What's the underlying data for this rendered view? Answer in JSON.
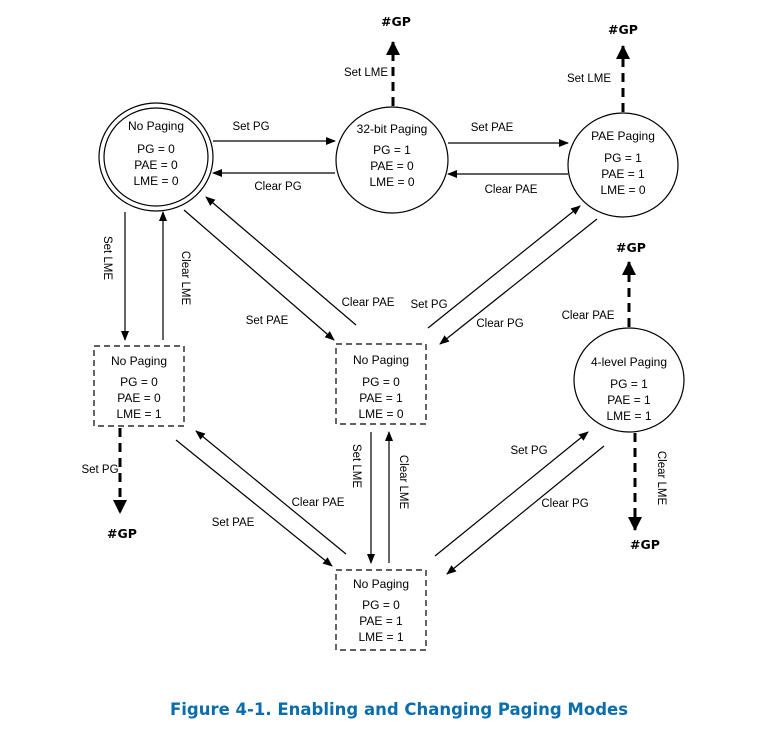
{
  "caption": "Figure 4-1.  Enabling and Changing Paging Modes",
  "colors": {
    "caption": "#0a6dac",
    "lines": "#000000"
  },
  "states": {
    "no_paging_initial": {
      "title": "No Paging",
      "pg": "PG = 0",
      "pae": "PAE = 0",
      "lme": "LME = 0"
    },
    "paging_32bit": {
      "title": "32-bit Paging",
      "pg": "PG = 1",
      "pae": "PAE = 0",
      "lme": "LME = 0"
    },
    "pae_paging": {
      "title": "PAE Paging",
      "pg": "PG = 1",
      "pae": "PAE = 1",
      "lme": "LME = 0"
    },
    "no_paging_lme": {
      "title": "No Paging",
      "pg": "PG = 0",
      "pae": "PAE = 0",
      "lme": "LME = 1"
    },
    "no_paging_pae": {
      "title": "No Paging",
      "pg": "PG = 0",
      "pae": "PAE = 1",
      "lme": "LME = 0"
    },
    "paging_4level": {
      "title": "4-level Paging",
      "pg": "PG = 1",
      "pae": "PAE = 1",
      "lme": "LME = 1"
    },
    "no_paging_pae_lme": {
      "title": "No Paging",
      "pg": "PG = 0",
      "pae": "PAE = 1",
      "lme": "LME = 1"
    }
  },
  "edges": {
    "np_to_32_set_pg": "Set PG",
    "32_to_np_clear_pg": "Clear PG",
    "32_to_pae_set_pae": "Set PAE",
    "pae_to_32_clear_pae": "Clear PAE",
    "np_to_nplme_set_lme": "Set LME",
    "nplme_to_np_clear_lme": "Clear LME",
    "np_to_nppae_set_pae": "Set PAE",
    "nppae_to_np_clear_pae": "Clear PAE",
    "nppae_to_pae_set_pg": "Set PG",
    "pae_to_nppae_clear_pg": "Clear PG",
    "nplme_to_nppaelme_set_pae": "Set PAE",
    "nppaelme_to_nplme_clear_pae": "Clear PAE",
    "nppae_to_nppaelme_set_lme": "Set LME",
    "nppaelme_to_nppae_clear_lme": "Clear LME",
    "nppaelme_to_4l_set_pg": "Set PG",
    "4l_to_nppaelme_clear_pg": "Clear PG",
    "32_gp_set_lme": "Set LME",
    "pae_gp_set_lme": "Set LME",
    "4l_gp_clear_pae": "Clear PAE",
    "4l_gp_clear_lme": "Clear LME",
    "nplme_gp_set_pg": "Set PG"
  },
  "faults": {
    "gp": "#GP"
  }
}
